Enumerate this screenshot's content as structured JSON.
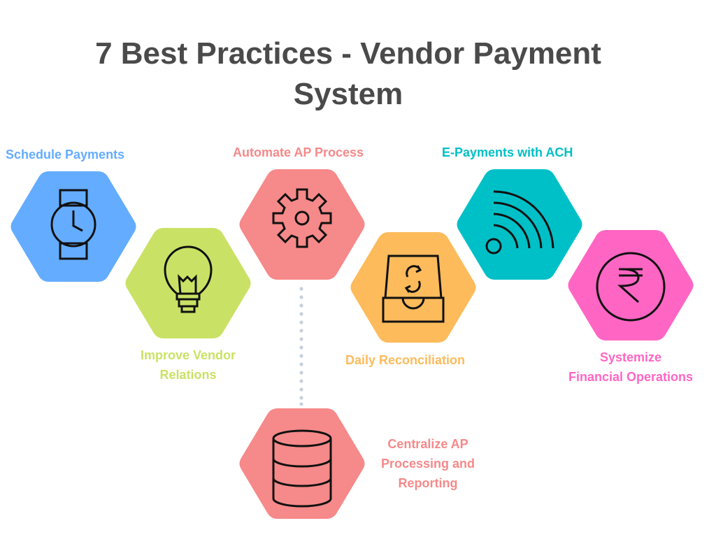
{
  "title": {
    "line1": "7 Best Practices - Vendor Payment",
    "line2": "System"
  },
  "colors": {
    "title": "#4a4a4a",
    "blue": "#64acff",
    "green": "#c9e265",
    "red": "#f68989",
    "yellow": "#fdbb5b",
    "teal": "#00c0c7",
    "pink": "#ff66c4",
    "dots": "#c8d0da"
  },
  "practices": [
    {
      "label": "Schedule Payments",
      "icon": "watch-icon",
      "color": "#64acff"
    },
    {
      "label_line1": "Improve Vendor",
      "label_line2": "Relations",
      "icon": "lightbulb-icon",
      "color": "#c9e265"
    },
    {
      "label": "Automate AP Process",
      "icon": "gear-icon",
      "color": "#f68989"
    },
    {
      "label": "Daily Reconciliation",
      "icon": "inbox-sync-icon",
      "color": "#fdbb5b"
    },
    {
      "label": "E-Payments with ACH",
      "icon": "wireless-signal-icon",
      "color": "#00c0c7"
    },
    {
      "label_line1": "Systemize",
      "label_line2": "Financial Operations",
      "icon": "rupee-icon",
      "color": "#ff66c4"
    },
    {
      "label_line1": "Centralize AP",
      "label_line2": "Processing and",
      "label_line3": "Reporting",
      "icon": "database-icon",
      "color": "#f68989"
    }
  ]
}
